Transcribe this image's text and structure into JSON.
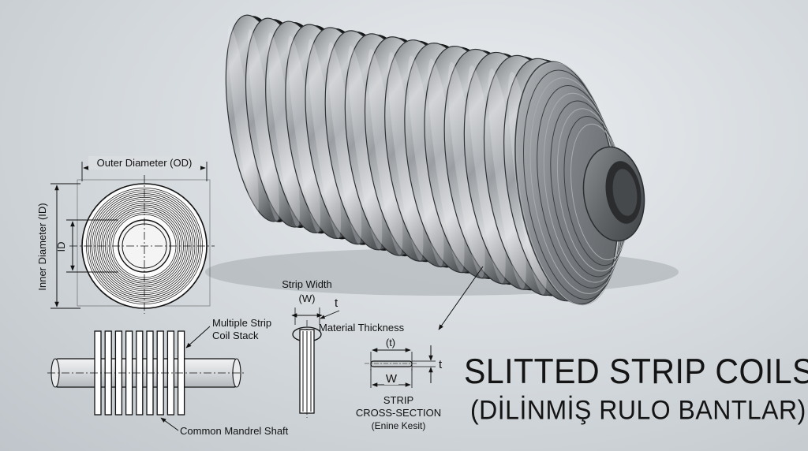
{
  "labels": {
    "outer_diameter": "Outer Diameter (OD)",
    "inner_diameter": "Inner Diameter (ID)",
    "id_short": "ID",
    "strip_width": "Strip Width",
    "w_paren": "(W)",
    "t_symbol": "t",
    "multiple_line1": "Multiple Strip",
    "multiple_line2": "Coil Stack",
    "material_thickness": "Material Thickness",
    "t_paren": "(t)",
    "w_symbol": "W",
    "t_symbol_section": "t",
    "strip": "STRIP",
    "cross_section": "CROSS-SECTION",
    "enine": "(Enine Kesit)",
    "mandrel": "Common Mandrel Shaft"
  },
  "title": {
    "main": "SLITTED STRIP COILS",
    "sub": "(DİLİNMİŞ RULO BANTLAR)"
  },
  "colors": {
    "steel_light": "#d7d9db",
    "steel_dark": "#4a4d50",
    "gap_dark": "#141414",
    "ink": "#111111"
  }
}
